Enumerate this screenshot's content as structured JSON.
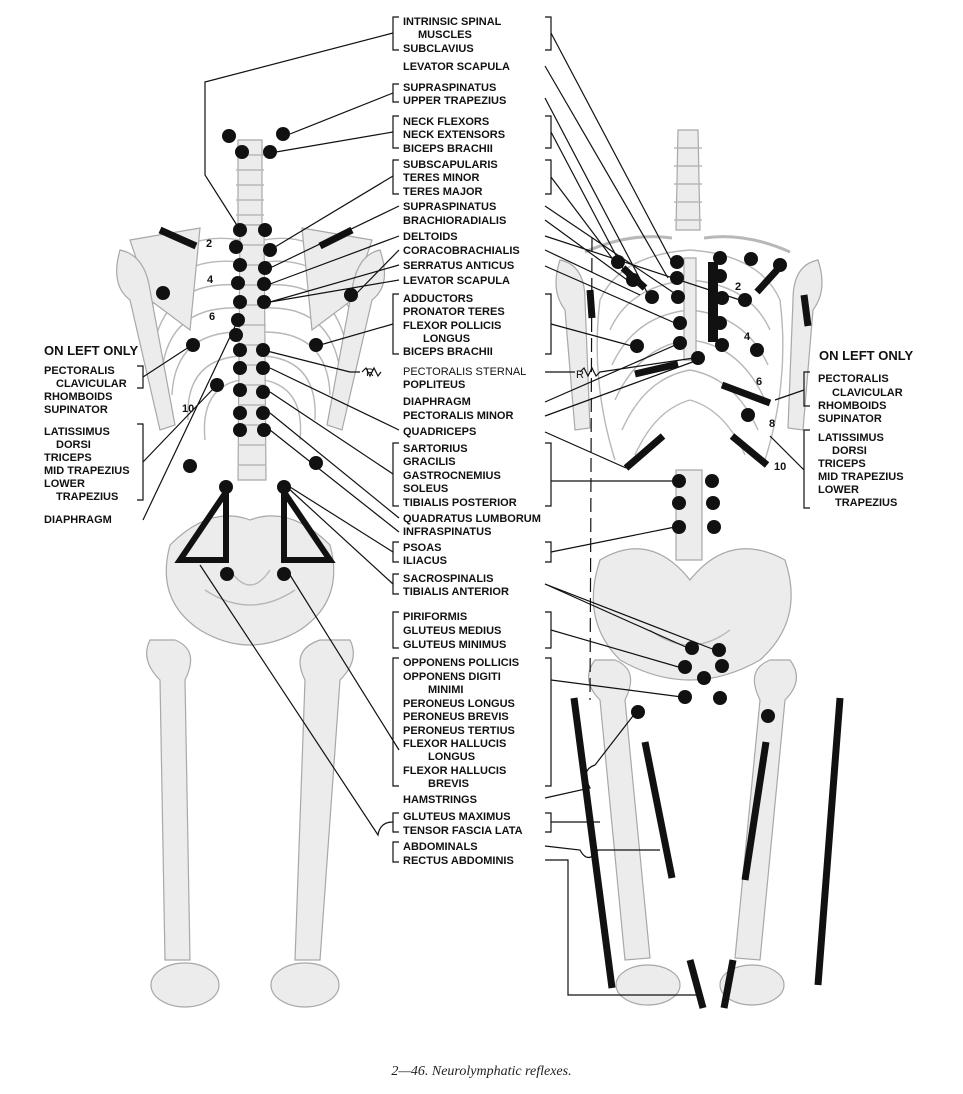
{
  "labels": {
    "center": [
      "INTRINSIC SPINAL",
      "MUSCLES",
      "SUBCLAVIUS",
      "LEVATOR SCAPULA",
      "SUPRASPINATUS",
      "UPPER TRAPEZIUS",
      "NECK FLEXORS",
      "NECK EXTENSORS",
      "BICEPS BRACHII",
      "SUBSCAPULARIS",
      "TERES MINOR",
      "TERES MAJOR",
      "SUPRASPINATUS",
      "BRACHIORADIALIS",
      "DELTOIDS",
      "CORACOBRACHIALIS",
      "SERRATUS ANTICUS",
      "LEVATOR SCAPULA",
      "ADDUCTORS",
      "PRONATOR TERES",
      "FLEXOR POLLICIS",
      "LONGUS",
      "BICEPS BRACHII",
      "PECTORALIS STERNAL",
      "POPLITEUS",
      "DIAPHRAGM",
      "PECTORALIS MINOR",
      "QUADRICEPS",
      "SARTORIUS",
      "GRACILIS",
      "GASTROCNEMIUS",
      "SOLEUS",
      "TIBIALIS POSTERIOR",
      "QUADRATUS LUMBORUM",
      "INFRASPINATUS",
      "PSOAS",
      "ILIACUS",
      "SACROSPINALIS",
      "TIBIALIS ANTERIOR",
      "PIRIFORMIS",
      "GLUTEUS MEDIUS",
      "GLUTEUS MINIMUS",
      "OPPONENS POLLICIS",
      "OPPONENS DIGITI",
      "MINIMI",
      "PERONEUS LONGUS",
      "PERONEUS BREVIS",
      "PERONEUS TERTIUS",
      "FLEXOR HALLUCIS",
      "LONGUS",
      "FLEXOR HALLUCIS",
      "BREVIS",
      "HAMSTRINGS",
      "GLUTEUS MAXIMUS",
      "TENSOR FASCIA LATA",
      "ABDOMINALS",
      "RECTUS ABDOMINIS"
    ],
    "left_title": "ON LEFT ONLY",
    "left": [
      "PECTORALIS",
      "CLAVICULAR",
      "RHOMBOIDS",
      "SUPINATOR",
      "LATISSIMUS",
      "DORSI",
      "TRICEPS",
      "MID TRAPEZIUS",
      "LOWER",
      "TRAPEZIUS",
      "DIAPHRAGM"
    ],
    "right_title": "ON LEFT ONLY",
    "right": [
      "PECTORALIS",
      "CLAVICULAR",
      "RHOMBOIDS",
      "SUPINATOR",
      "LATISSIMUS",
      "DORSI",
      "TRICEPS",
      "MID TRAPEZIUS",
      "LOWER",
      "TRAPEZIUS"
    ],
    "r_markers": [
      "R",
      "R"
    ],
    "rib_numbers_back": [
      "2",
      "4",
      "6",
      "10"
    ],
    "rib_numbers_front": [
      "2",
      "4",
      "6",
      "8",
      "10"
    ]
  },
  "caption": "2—46. Neurolymphatic reflexes.",
  "colors": {
    "ink": "#111111",
    "bone": "#b8b8b8"
  }
}
